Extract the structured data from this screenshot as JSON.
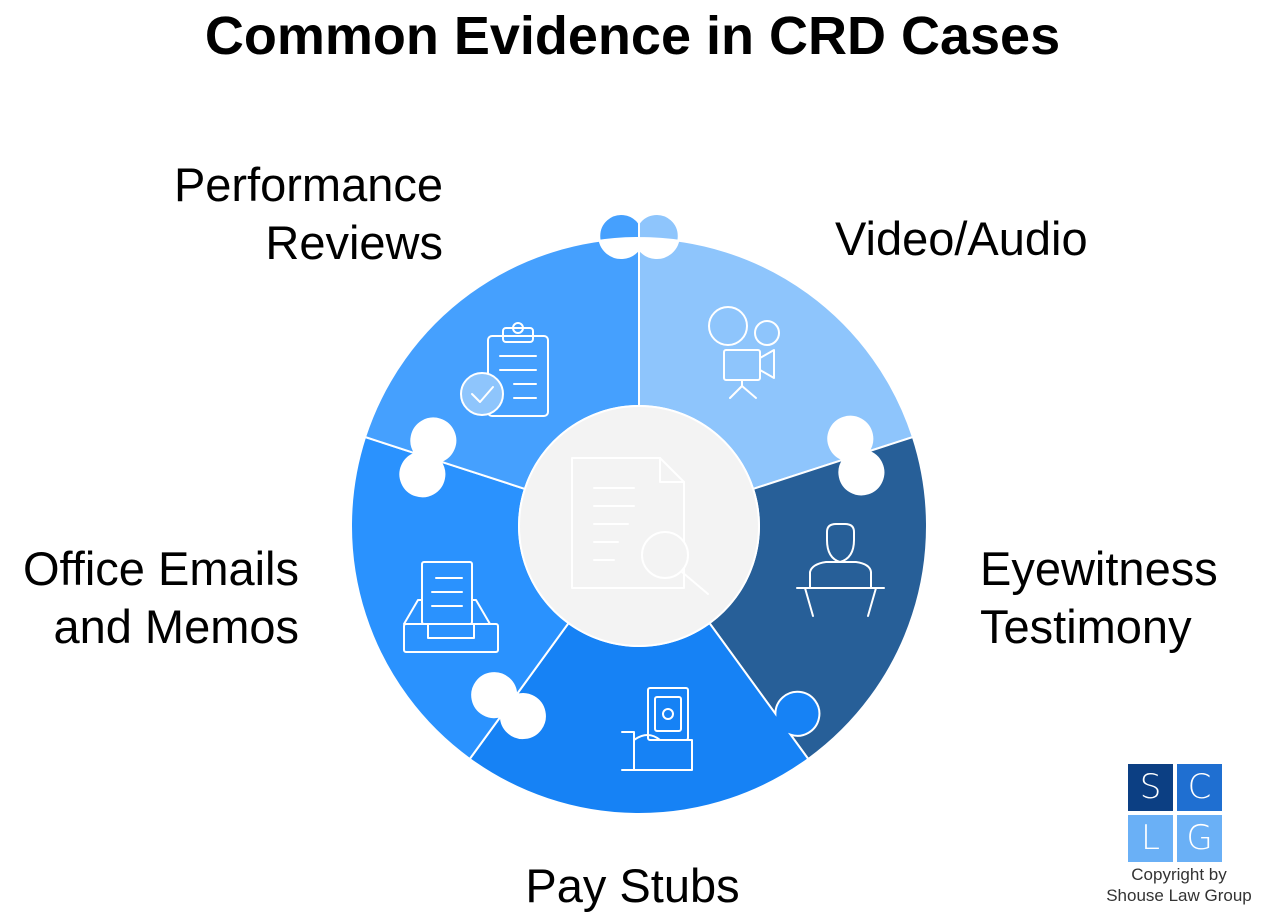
{
  "title": "Common Evidence in CRD Cases",
  "pieces": [
    {
      "id": "performance-reviews",
      "lines": [
        "Performance",
        "Reviews"
      ],
      "color": "#8ec5fc",
      "icon": "clipboard-check-icon"
    },
    {
      "id": "video-audio",
      "lines": [
        "Video/Audio"
      ],
      "color": "#275f98",
      "icon": "video-camera-icon"
    },
    {
      "id": "eyewitness-testimony",
      "lines": [
        "Eyewitness",
        "Testimony"
      ],
      "color": "#1682f5",
      "icon": "witness-podium-icon"
    },
    {
      "id": "pay-stubs",
      "lines": [
        "Pay Stubs"
      ],
      "color": "#2a92fe",
      "icon": "hand-money-icon"
    },
    {
      "id": "office-emails-memos",
      "lines": [
        "Office Emails",
        "and Memos"
      ],
      "color": "#45a0fe",
      "icon": "document-tray-icon"
    }
  ],
  "center": {
    "color": "#f3f3f3",
    "icon": "document-search-icon"
  },
  "logo": {
    "letters": [
      "S",
      "C",
      "L",
      "G"
    ],
    "colors": [
      "#0c3f83",
      "#1f6fd1",
      "#6ab0f6",
      "#6ab0f6"
    ]
  },
  "copyright": [
    "Copyright by",
    "Shouse Law Group"
  ]
}
